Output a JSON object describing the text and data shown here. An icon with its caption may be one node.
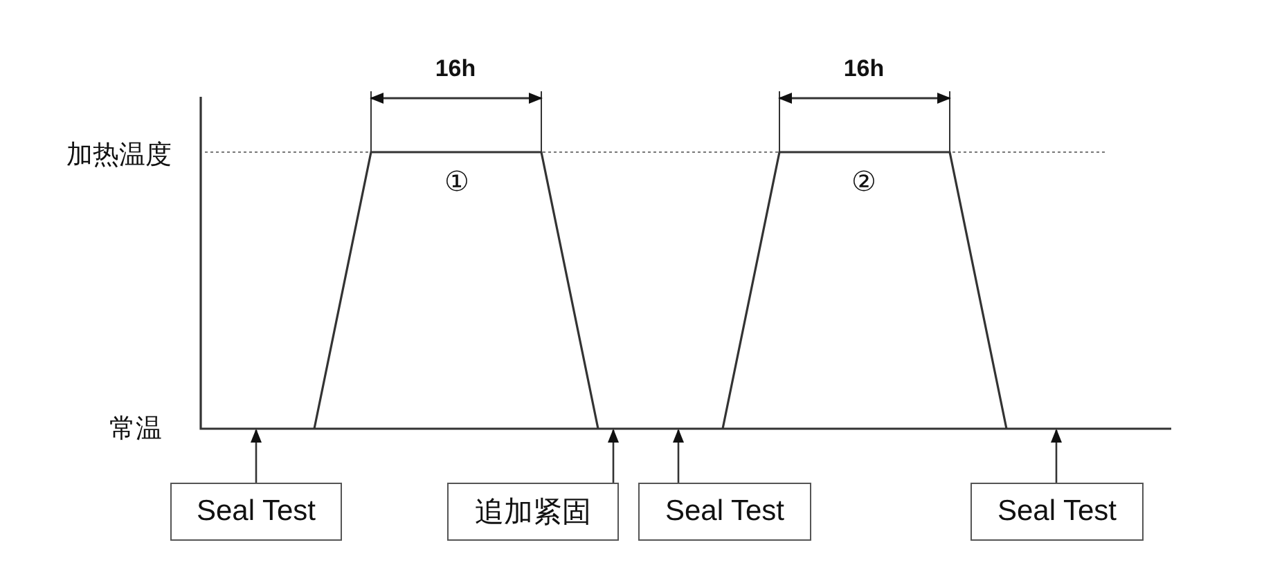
{
  "diagram": {
    "nodes": [
      {
        "text": [
          "Seal Test"
        ]
      },
      {
        "text": [
          "追加紧固"
        ]
      },
      {
        "text": [
          "Seal Test"
        ]
      },
      {
        "text": [
          "Seal Test"
        ]
      }
    ],
    "edges": [
      {
        "from": 0,
        "to": null,
        "arrow": "to"
      },
      {
        "from": 1,
        "to": null,
        "arrow": "to"
      },
      {
        "from": 2,
        "to": null,
        "arrow": "to"
      },
      {
        "from": 3,
        "to": null,
        "arrow": "to"
      }
    ],
    "labels": [
      "16h",
      "16h",
      "加热温度",
      "①",
      "②",
      "常温"
    ]
  }
}
